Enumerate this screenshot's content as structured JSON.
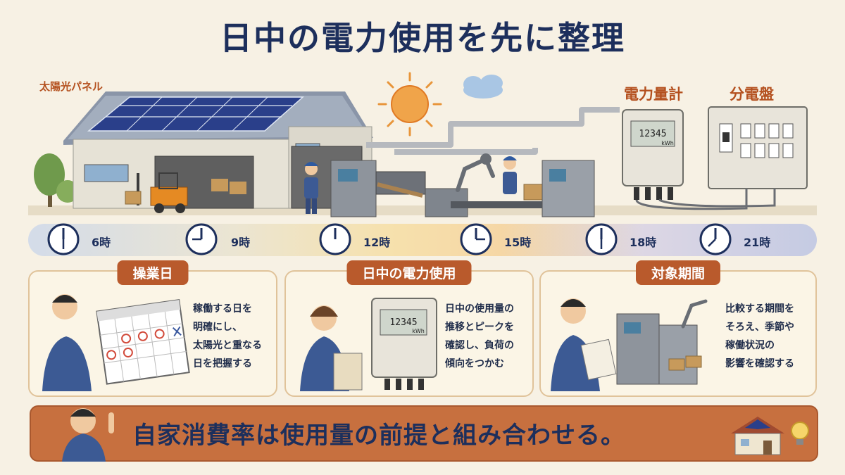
{
  "title": "日中の電力使用を先に整理",
  "labels": {
    "solar_panel": "太陽光パネル",
    "power_meter": "電力量計",
    "distribution_board": "分電盤"
  },
  "meter": {
    "reading": "12345",
    "unit": "kWh"
  },
  "timeline": [
    "6時",
    "9時",
    "12時",
    "15時",
    "18時",
    "21時"
  ],
  "cards": [
    {
      "title": "操業日",
      "lines": [
        "稼働する日を",
        "明確にし、",
        "太陽光と重なる",
        "日を把握する"
      ]
    },
    {
      "title": "日中の電力使用",
      "lines": [
        "日中の使用量の",
        "推移とピークを",
        "確認し、負荷の",
        "傾向をつかむ"
      ]
    },
    {
      "title": "対象期間",
      "lines": [
        "比較する期間を",
        "そろえ、季節や",
        "稼働状況の",
        "影響を確認する"
      ]
    }
  ],
  "banner": "自家消費率は使用量の前提と組み合わせる。",
  "colors": {
    "accent": "#b95a2c",
    "navy": "#1d2f5c",
    "background": "#f7f1e4"
  }
}
